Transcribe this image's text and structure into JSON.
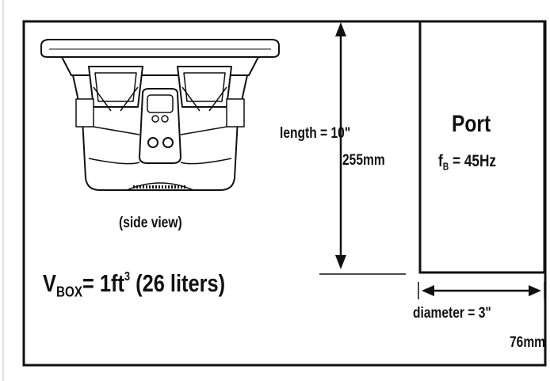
{
  "labels": {
    "length_in": "length = 10\"",
    "length_mm": "255mm",
    "port_title": "Port",
    "fb_symbol": "f",
    "fb_subscript": "B",
    "fb_value": " = 45Hz",
    "side_view": "(side view)",
    "vbox_symbol": "V",
    "vbox_subscript": "BOX",
    "vbox_eq": "= 1ft",
    "vbox_exp": "3",
    "vbox_liters": " (26 liters)",
    "diameter_in": "diameter = 3\"",
    "diameter_mm": "76mm"
  },
  "colors": {
    "line": "#111111",
    "background": "#ffffff",
    "speaker_fill": "#ffffff"
  },
  "icons": {
    "speaker": "subwoofer-side-view-icon"
  }
}
